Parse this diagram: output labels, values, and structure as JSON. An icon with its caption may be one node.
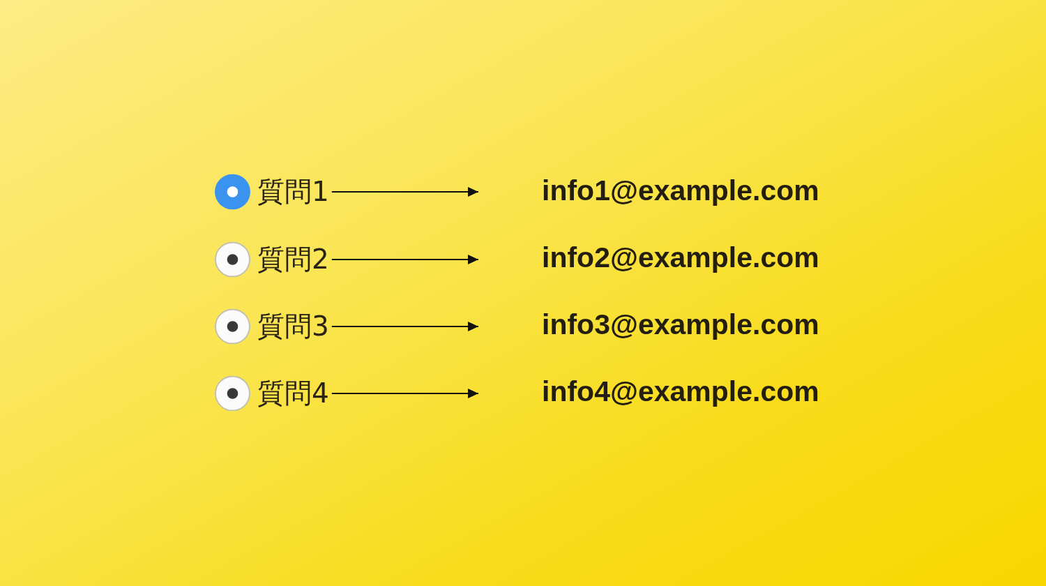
{
  "diagram": {
    "nodes": [
      {
        "text": [
          "質問1"
        ]
      },
      {
        "text": [
          "info1@example.com"
        ]
      },
      {
        "text": [
          "質問2"
        ]
      },
      {
        "text": [
          "info2@example.com"
        ]
      },
      {
        "text": [
          "質問3"
        ]
      },
      {
        "text": [
          "info3@example.com"
        ]
      },
      {
        "text": [
          "質問4"
        ]
      },
      {
        "text": [
          "info4@example.com"
        ]
      }
    ],
    "edges": [
      {
        "from": 0,
        "to": 1,
        "arrow": "to"
      },
      {
        "from": 2,
        "to": 3,
        "arrow": "to"
      },
      {
        "from": 4,
        "to": 5,
        "arrow": "to"
      },
      {
        "from": 6,
        "to": 7,
        "arrow": "to"
      }
    ]
  }
}
